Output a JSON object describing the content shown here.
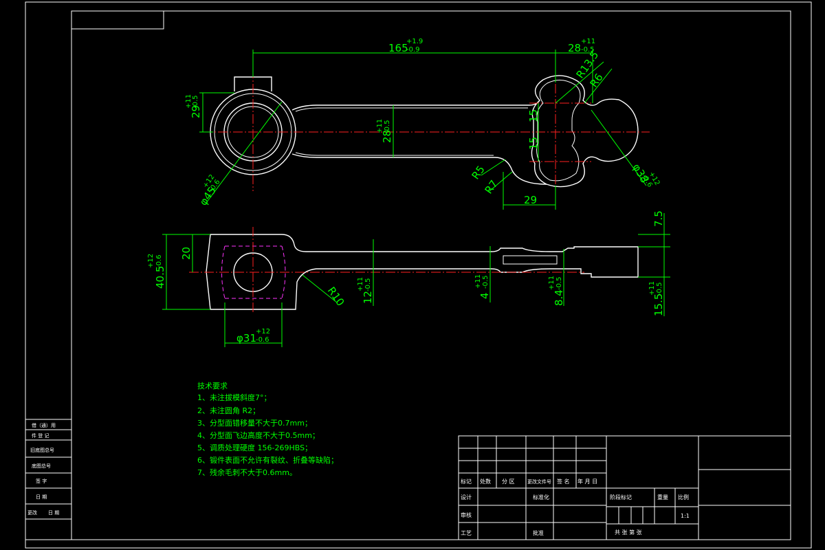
{
  "drawing": {
    "top_view_dims": {
      "length": "165",
      "length_tol_up": "+1.9",
      "length_tol_dn": "-0.9",
      "head_width": "28",
      "head_width_tol_up": "+11",
      "head_width_tol_dn": "-0.5",
      "r135": "R13.5",
      "r6": "R6",
      "h29": "29",
      "h29_tol_up": "+11",
      "h29_tol_dn": "-0.5",
      "w28": "28",
      "w28_tol_up": "+11",
      "w28_tol_dn": "-0.5",
      "d15a": "15",
      "d15b": "15",
      "r5": "R5",
      "r7": "R7",
      "d29": "29",
      "phi45": "φ45",
      "phi45_tol_up": "+12",
      "phi45_tol_dn": "-0.6",
      "phi38": "φ38",
      "phi38_tol_up": "+12",
      "phi38_tol_dn": "-0.6"
    },
    "side_view_dims": {
      "d20": "20",
      "d405": "40.5",
      "d405_tol_up": "+12",
      "d405_tol_dn": "-0.6",
      "r10": "R10",
      "d12": "12",
      "d12_tol_up": "+11",
      "d12_tol_dn": "-0.5",
      "d4": "4",
      "d4_tol_up": "+11",
      "d4_tol_dn": "-0.5",
      "d84": "8.4",
      "d84_tol_up": "+11",
      "d84_tol_dn": "-0.5",
      "d75": "7.5",
      "d155": "15.5",
      "d155_tol_up": "+11",
      "d155_tol_dn": "-0.5",
      "phi31": "φ31",
      "phi31_tol_up": "+12",
      "phi31_tol_dn": "-0.6"
    }
  },
  "notes": {
    "title": "技术要求",
    "items": [
      "1、未注拔模斜度7°；",
      "2、未注圆角 R2；",
      "3、分型面错移量不大于0.7mm；",
      "4、分型面飞边高度不大于0.5mm；",
      "5、调质处理硬度 156-269HBS；",
      "6、锻件表面不允许有裂纹、折叠等缺陷；",
      "7、残余毛刺不大于0.6mm。"
    ]
  },
  "left_strip": {
    "cells": [
      "借（通）用",
      "件 登 记",
      "旧底图总号",
      "底图总号",
      "签  字",
      "日  期",
      "更改",
      "日 期"
    ]
  },
  "title_block": {
    "row_labels": [
      "标记",
      "处数",
      "分 区",
      "更改文件号",
      "签 名",
      "年 月 日"
    ],
    "designer": "设计",
    "standardize": "标准化",
    "checker": "审核",
    "process": "工艺",
    "approve": "批准",
    "stage": "阶段标记",
    "weight": "重量",
    "scale_label": "比例",
    "scale": "1:1",
    "sheets": "共  张  第  张"
  }
}
